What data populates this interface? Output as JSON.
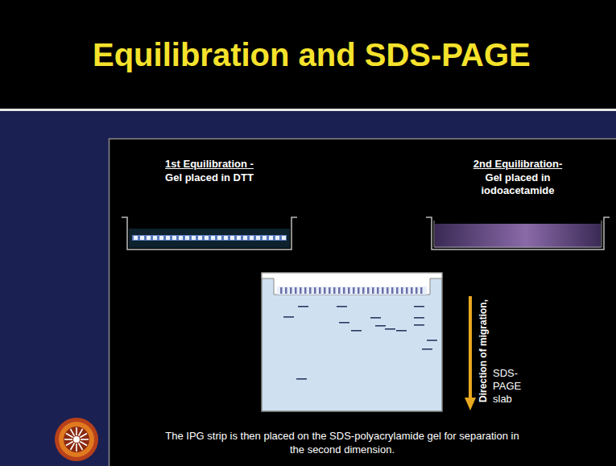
{
  "diagram": {
    "title": "Equilibration and SDS-PAGE",
    "caption": "The IPG strip is then placed on the SDS-polyacrylamide gel for separation in the second dimension.",
    "nodes": [
      {
        "text": [
          "1st Equilibration -",
          "Gel placed in DTT"
        ]
      },
      {
        "text": [
          "2nd Equilibration-",
          "Gel placed in iodoacetamide"
        ]
      },
      {
        "text": [
          "SDS-PAGE slab"
        ]
      }
    ],
    "labels": [
      "Direction of migration,"
    ]
  }
}
